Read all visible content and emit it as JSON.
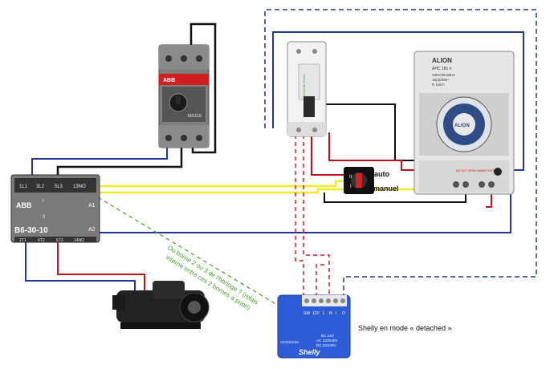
{
  "contactor": {
    "brand": "ABB",
    "model": "B6-30-10",
    "terminals_top": [
      "1L1",
      "3L2",
      "5L3",
      "13NO"
    ],
    "terminals_bottom": [
      "2T1",
      "4T2",
      "6T3",
      "14NO"
    ],
    "coil_a1": "A1",
    "coil_a2": "A2",
    "switch_labels": [
      "I",
      "0"
    ]
  },
  "motor_breaker": {
    "brand": "ABB",
    "model": "MS116"
  },
  "circuit_breaker": {
    "brand": "Schneider Electric"
  },
  "timer": {
    "brand": "ALION",
    "model": "AHC 181 h",
    "specs": [
      "230V/45-60Hz",
      "16(4)/250~",
      "R 100 h"
    ],
    "dial_label": "ALION",
    "bottom_label": "DO NOT OPEN UNDER VOLTAGE"
  },
  "selector": {
    "positions": [
      "II",
      "I"
    ],
    "label_auto": "auto",
    "label_manual": "manuel"
  },
  "shelly": {
    "brand": "Shelly",
    "terminals": [
      "SW",
      "12V",
      "L",
      "N",
      "I",
      "O"
    ],
    "power_left": "AC/DC/24V",
    "specs": [
      "DC 12V",
      "AC 110/240V",
      "DC 24/240V"
    ],
    "mode_label": "Shelly en mode « detached »"
  },
  "annotation": {
    "line1": "Ou borne 2 ou 3 de l'horloge ? (relais",
    "line2": "interne entre ces 2 bornes a priori)"
  },
  "colors": {
    "blue": "#1f3a93",
    "red": "#c0141c",
    "black": "#111111",
    "yellow": "#f2ea22",
    "dashed_blue": "#1f3a93",
    "dashed_red": "#d81e1e",
    "dashed_green": "#4aa02c",
    "shelly_blue": "#2e5bd6"
  },
  "icons": [
    "pump-icon"
  ]
}
